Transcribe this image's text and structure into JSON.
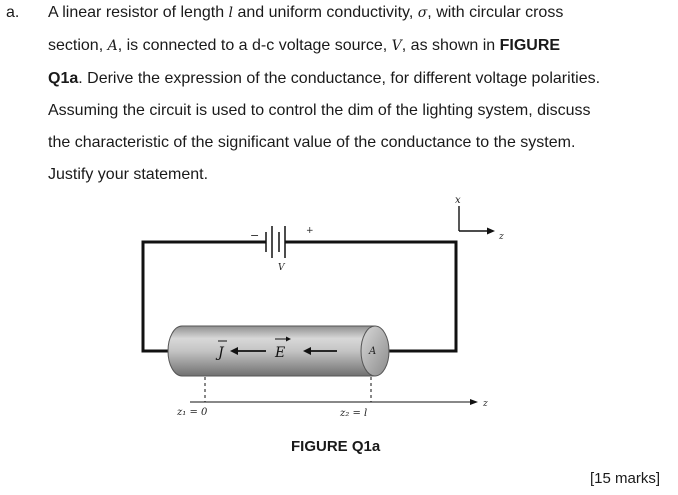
{
  "question": {
    "label": "a.",
    "line1": {
      "a": "A linear resistor of length",
      "l": "l",
      "b": "and uniform conductivity,",
      "sigma": "σ",
      "c": ", with circular cross"
    },
    "line2": {
      "a": "section,",
      "A": "A",
      "b": ", is connected to a d-c voltage source,",
      "V": "V",
      "c": ", as shown in",
      "fig": "FIGURE"
    },
    "line3": {
      "fig": "Q1a",
      "a": ". Derive the expression of the conductance, for different voltage polarities."
    },
    "line4": "Assuming the circuit is used to control the dim of the lighting system, discuss",
    "line5": "the characteristic of the significant value of the conductance to the system.",
    "line6": "Justify your statement."
  },
  "figure": {
    "battery_minus": "−",
    "battery_plus": "+",
    "battery_label": "V",
    "axis_x": "x",
    "axis_z_top": "z",
    "axis_z_bottom": "z",
    "J_label": "J",
    "E_label": "E",
    "A_label": "A",
    "z1_label": "z₁ = 0",
    "z2_label": "z₂ = l",
    "caption": "FIGURE Q1a"
  },
  "marks": "[15 marks]"
}
